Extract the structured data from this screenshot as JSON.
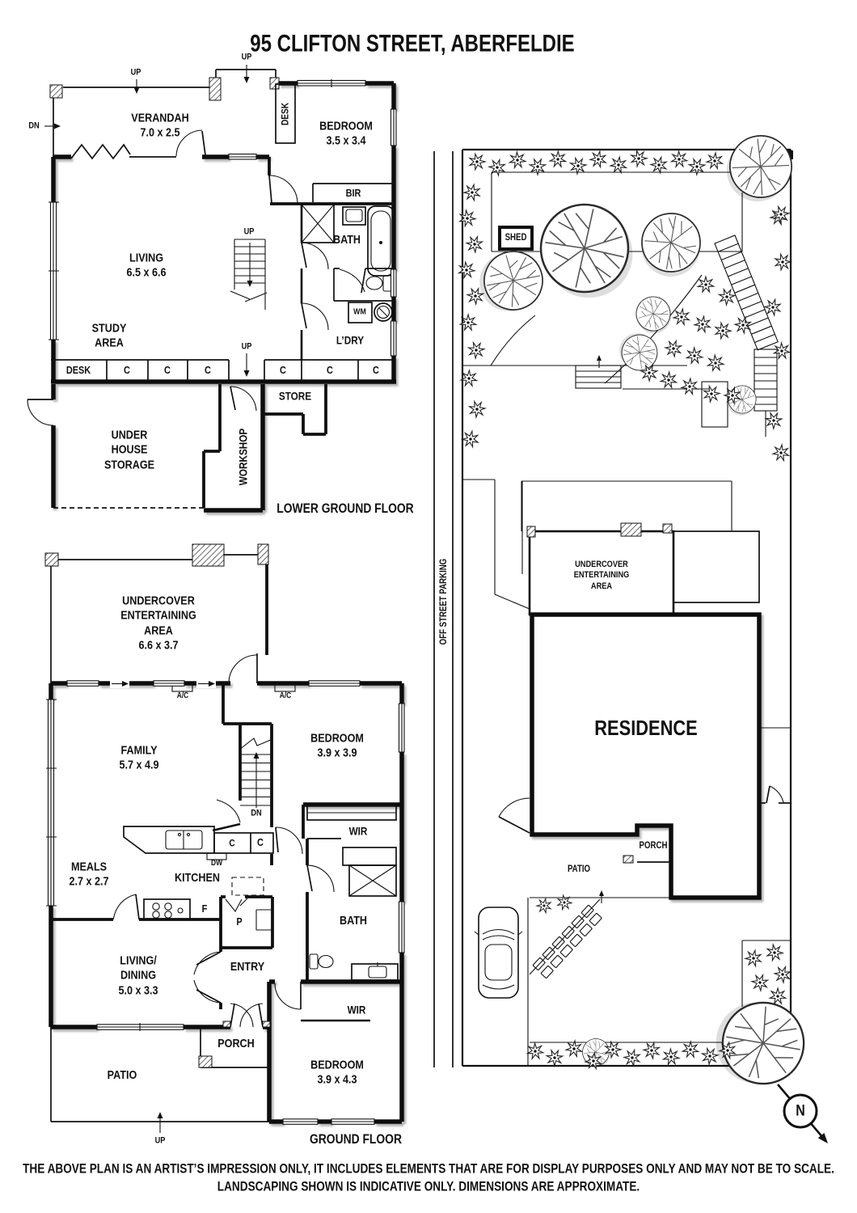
{
  "title": "95 CLIFTON STREET, ABERFELDIE",
  "colors": {
    "ink": "#111111",
    "background": "#ffffff"
  },
  "common": {
    "up": "UP",
    "dn": "DN",
    "c": "C",
    "desk": "DESK",
    "bath": "BATH",
    "wir": "WIR",
    "ac": "A/C",
    "porch": "PORCH",
    "patio": "PATIO"
  },
  "lower_ground_floor": {
    "floor_label": "LOWER GROUND FLOOR",
    "verandah": "VERANDAH\n7.0 x 2.5",
    "bedroom": "BEDROOM\n3.5 x 3.4",
    "bir": "BIR",
    "living": "LIVING\n6.5 x 6.6",
    "study_area": "STUDY\nAREA",
    "store": "STORE",
    "under_house_storage": "UNDER\nHOUSE\nSTORAGE",
    "workshop": "WORKSHOP",
    "laundry": "L’DRY",
    "washing_machine": "WM"
  },
  "ground_floor": {
    "floor_label": "GROUND FLOOR",
    "undercover_entertaining_area": "UNDERCOVER\nENTERTAINING\nAREA\n6.6 x 3.7",
    "family": "FAMILY\n5.7 x 4.9",
    "bedroom_1": "BEDROOM\n3.9 x 3.9",
    "meals": "MEALS\n2.7 x 2.7",
    "kitchen": "KITCHEN",
    "dishwasher": "DW",
    "fridge": "F",
    "pantry": "P",
    "living_dining": "LIVING/\nDINING\n5.0 x 3.3",
    "entry": "ENTRY",
    "bedroom_2": "BEDROOM\n3.9 x 4.3"
  },
  "site_plan": {
    "shed": "SHED",
    "off_street_parking": "OFF STREET PARKING",
    "undercover_entertaining_area": "UNDERCOVER\nENTERTAINING\nAREA",
    "residence": "RESIDENCE",
    "north": "N"
  },
  "disclaimer": {
    "line1": "THE ABOVE PLAN IS AN ARTIST’S IMPRESSION ONLY, IT INCLUDES ELEMENTS THAT ARE FOR DISPLAY PURPOSES ONLY AND MAY NOT BE TO SCALE.",
    "line2": "LANDSCAPING SHOWN IS INDICATIVE ONLY. DIMENSIONS ARE APPROXIMATE."
  }
}
